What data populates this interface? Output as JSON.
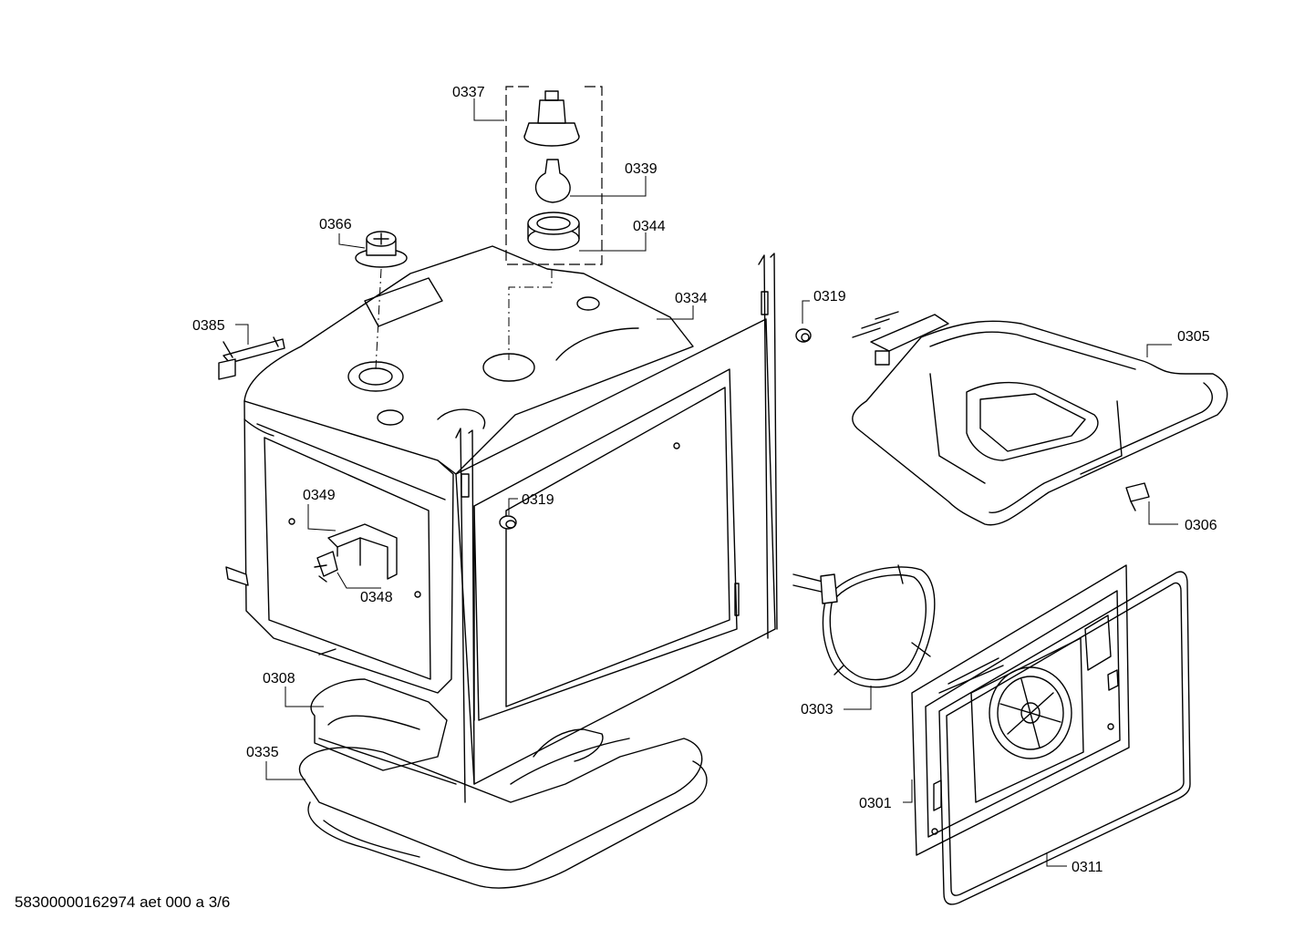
{
  "parts": [
    {
      "id": "0337"
    },
    {
      "id": "0339"
    },
    {
      "id": "0366"
    },
    {
      "id": "0344"
    },
    {
      "id": "0334"
    },
    {
      "id": "0319"
    },
    {
      "id": "0305"
    },
    {
      "id": "0385"
    },
    {
      "id": "0319"
    },
    {
      "id": "0349"
    },
    {
      "id": "0306"
    },
    {
      "id": "0348"
    },
    {
      "id": "0308"
    },
    {
      "id": "0303"
    },
    {
      "id": "0335"
    },
    {
      "id": "0301"
    },
    {
      "id": "0311"
    }
  ],
  "footer": "58300000162974 aet 000 a 3/6"
}
